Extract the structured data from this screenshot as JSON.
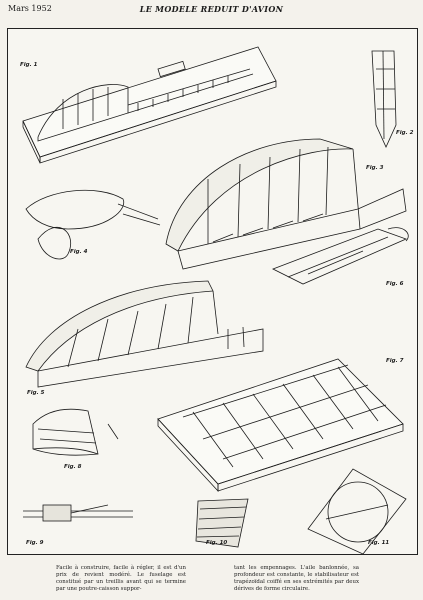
{
  "header": {
    "date": "Mars 1952",
    "title": "LE MODELE REDUIT D'AVION"
  },
  "figures": {
    "fig1": "Fig. 1",
    "fig2": "Fig. 2",
    "fig3": "Fig. 3",
    "fig4": "Fig. 4",
    "fig5": "Fig. 5",
    "fig6": "Fig. 6",
    "fig7": "Fig. 7",
    "fig8": "Fig. 8",
    "fig9": "Fig. 9",
    "fig10": "Fig. 10",
    "fig11": "Fig. 11"
  },
  "caption": {
    "left": "Facile à construire, facile à régler, il est d'un prix de revient modéré. Le fuselage est constitué par un treillis avant qui se termine par une poutre-caisson suppor-",
    "right": "tant les empennages. L'aile banlonnée, sa profondeur est constante, le stabilisateur est trapézoïdal coiffé en ses extrémités par deux dérives de forme circulaire."
  },
  "colors": {
    "ink": "#1c1c1c",
    "paper": "#f7f6f1"
  }
}
